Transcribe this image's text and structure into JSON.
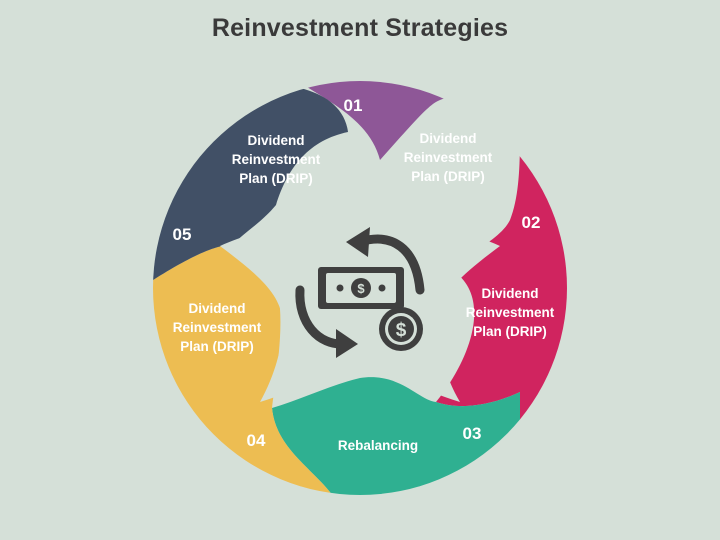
{
  "title": "Reinvestment Strategies",
  "segments": [
    {
      "number": "01",
      "lines": [
        "Dividend",
        "Reinvestment",
        "Plan (DRIP)"
      ],
      "color": "#8e5797"
    },
    {
      "number": "02",
      "lines": [
        "Dividend",
        "Reinvestment",
        "Plan (DRIP)"
      ],
      "color": "#d0245f"
    },
    {
      "number": "03",
      "lines": [
        "Rebalancing"
      ],
      "color": "#2fb091"
    },
    {
      "number": "04",
      "lines": [
        "Dividend",
        "Reinvestment",
        "Plan (DRIP)"
      ],
      "color": "#edbd52"
    },
    {
      "number": "05",
      "lines": [
        "Dividend",
        "Reinvestment",
        "Plan (DRIP)"
      ],
      "color": "#415066"
    }
  ],
  "center_icon": "money-reinvest-cycle-icon",
  "icon_color": "#3f3f3f"
}
